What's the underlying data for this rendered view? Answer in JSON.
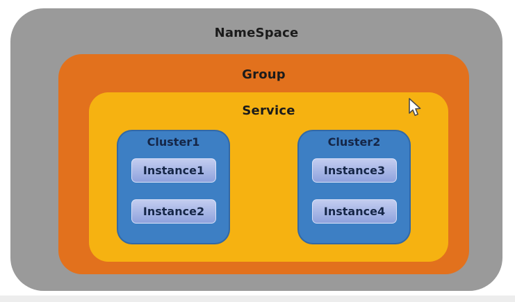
{
  "diagram": {
    "namespace_label": "NameSpace",
    "group_label": "Group",
    "service_label": "Service",
    "clusters": [
      {
        "label": "Cluster1",
        "instances": [
          {
            "label": "Instance1"
          },
          {
            "label": "Instance2"
          }
        ]
      },
      {
        "label": "Cluster2",
        "instances": [
          {
            "label": "Instance3"
          },
          {
            "label": "Instance4"
          }
        ]
      }
    ],
    "colors": {
      "namespace": "#9a9a9a",
      "group": "#e2711d",
      "service": "#f6b211",
      "cluster": "#3d7fc4",
      "instance_top": "#c3cdf0",
      "instance_bottom": "#8fa2dd",
      "label_text": "#1b1b1b",
      "instance_text": "#152647"
    },
    "icons": {
      "cursor": "arrow-cursor"
    }
  }
}
